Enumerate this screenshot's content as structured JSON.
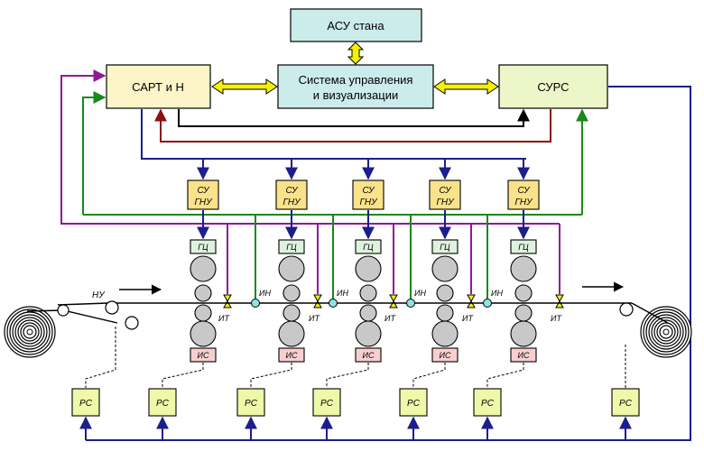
{
  "blocks": {
    "asu": "АСУ стана",
    "sart": "САРТ и Н",
    "system_line1": "Система управления",
    "system_line2": "и визуализации",
    "surs": "СУРС"
  },
  "stands": [
    {
      "su1": "СУ",
      "su2": "ГНУ",
      "gc": "ГЦ",
      "is": "ИС",
      "it": "ИТ"
    },
    {
      "su1": "СУ",
      "su2": "ГНУ",
      "gc": "ГЦ",
      "is": "ИС",
      "it": "ИТ"
    },
    {
      "su1": "СУ",
      "su2": "ГНУ",
      "gc": "ГЦ",
      "is": "ИС",
      "it": "ИТ"
    },
    {
      "su1": "СУ",
      "su2": "ГНУ",
      "gc": "ГЦ",
      "is": "ИС",
      "it": "ИТ"
    },
    {
      "su1": "СУ",
      "su2": "ГНУ",
      "gc": "ГЦ",
      "is": "ИС",
      "it": "ИТ"
    }
  ],
  "labels": {
    "nu": "НУ",
    "in": "ИН",
    "rs": "РС"
  },
  "colors": {
    "cyan_box": "#ccecec",
    "yellow_box": "#fdf5c8",
    "green_box": "#edf6c8",
    "su_box": "#f9e28a",
    "gc_box": "#dff2dd",
    "is_box": "#f7cfcf",
    "rs_box": "#eef8a8",
    "navy": "#1b1e8c",
    "purple": "#8e1a96",
    "green": "#168a1a",
    "darkred": "#8b1010",
    "arrow_yellow": "#f5f000"
  }
}
